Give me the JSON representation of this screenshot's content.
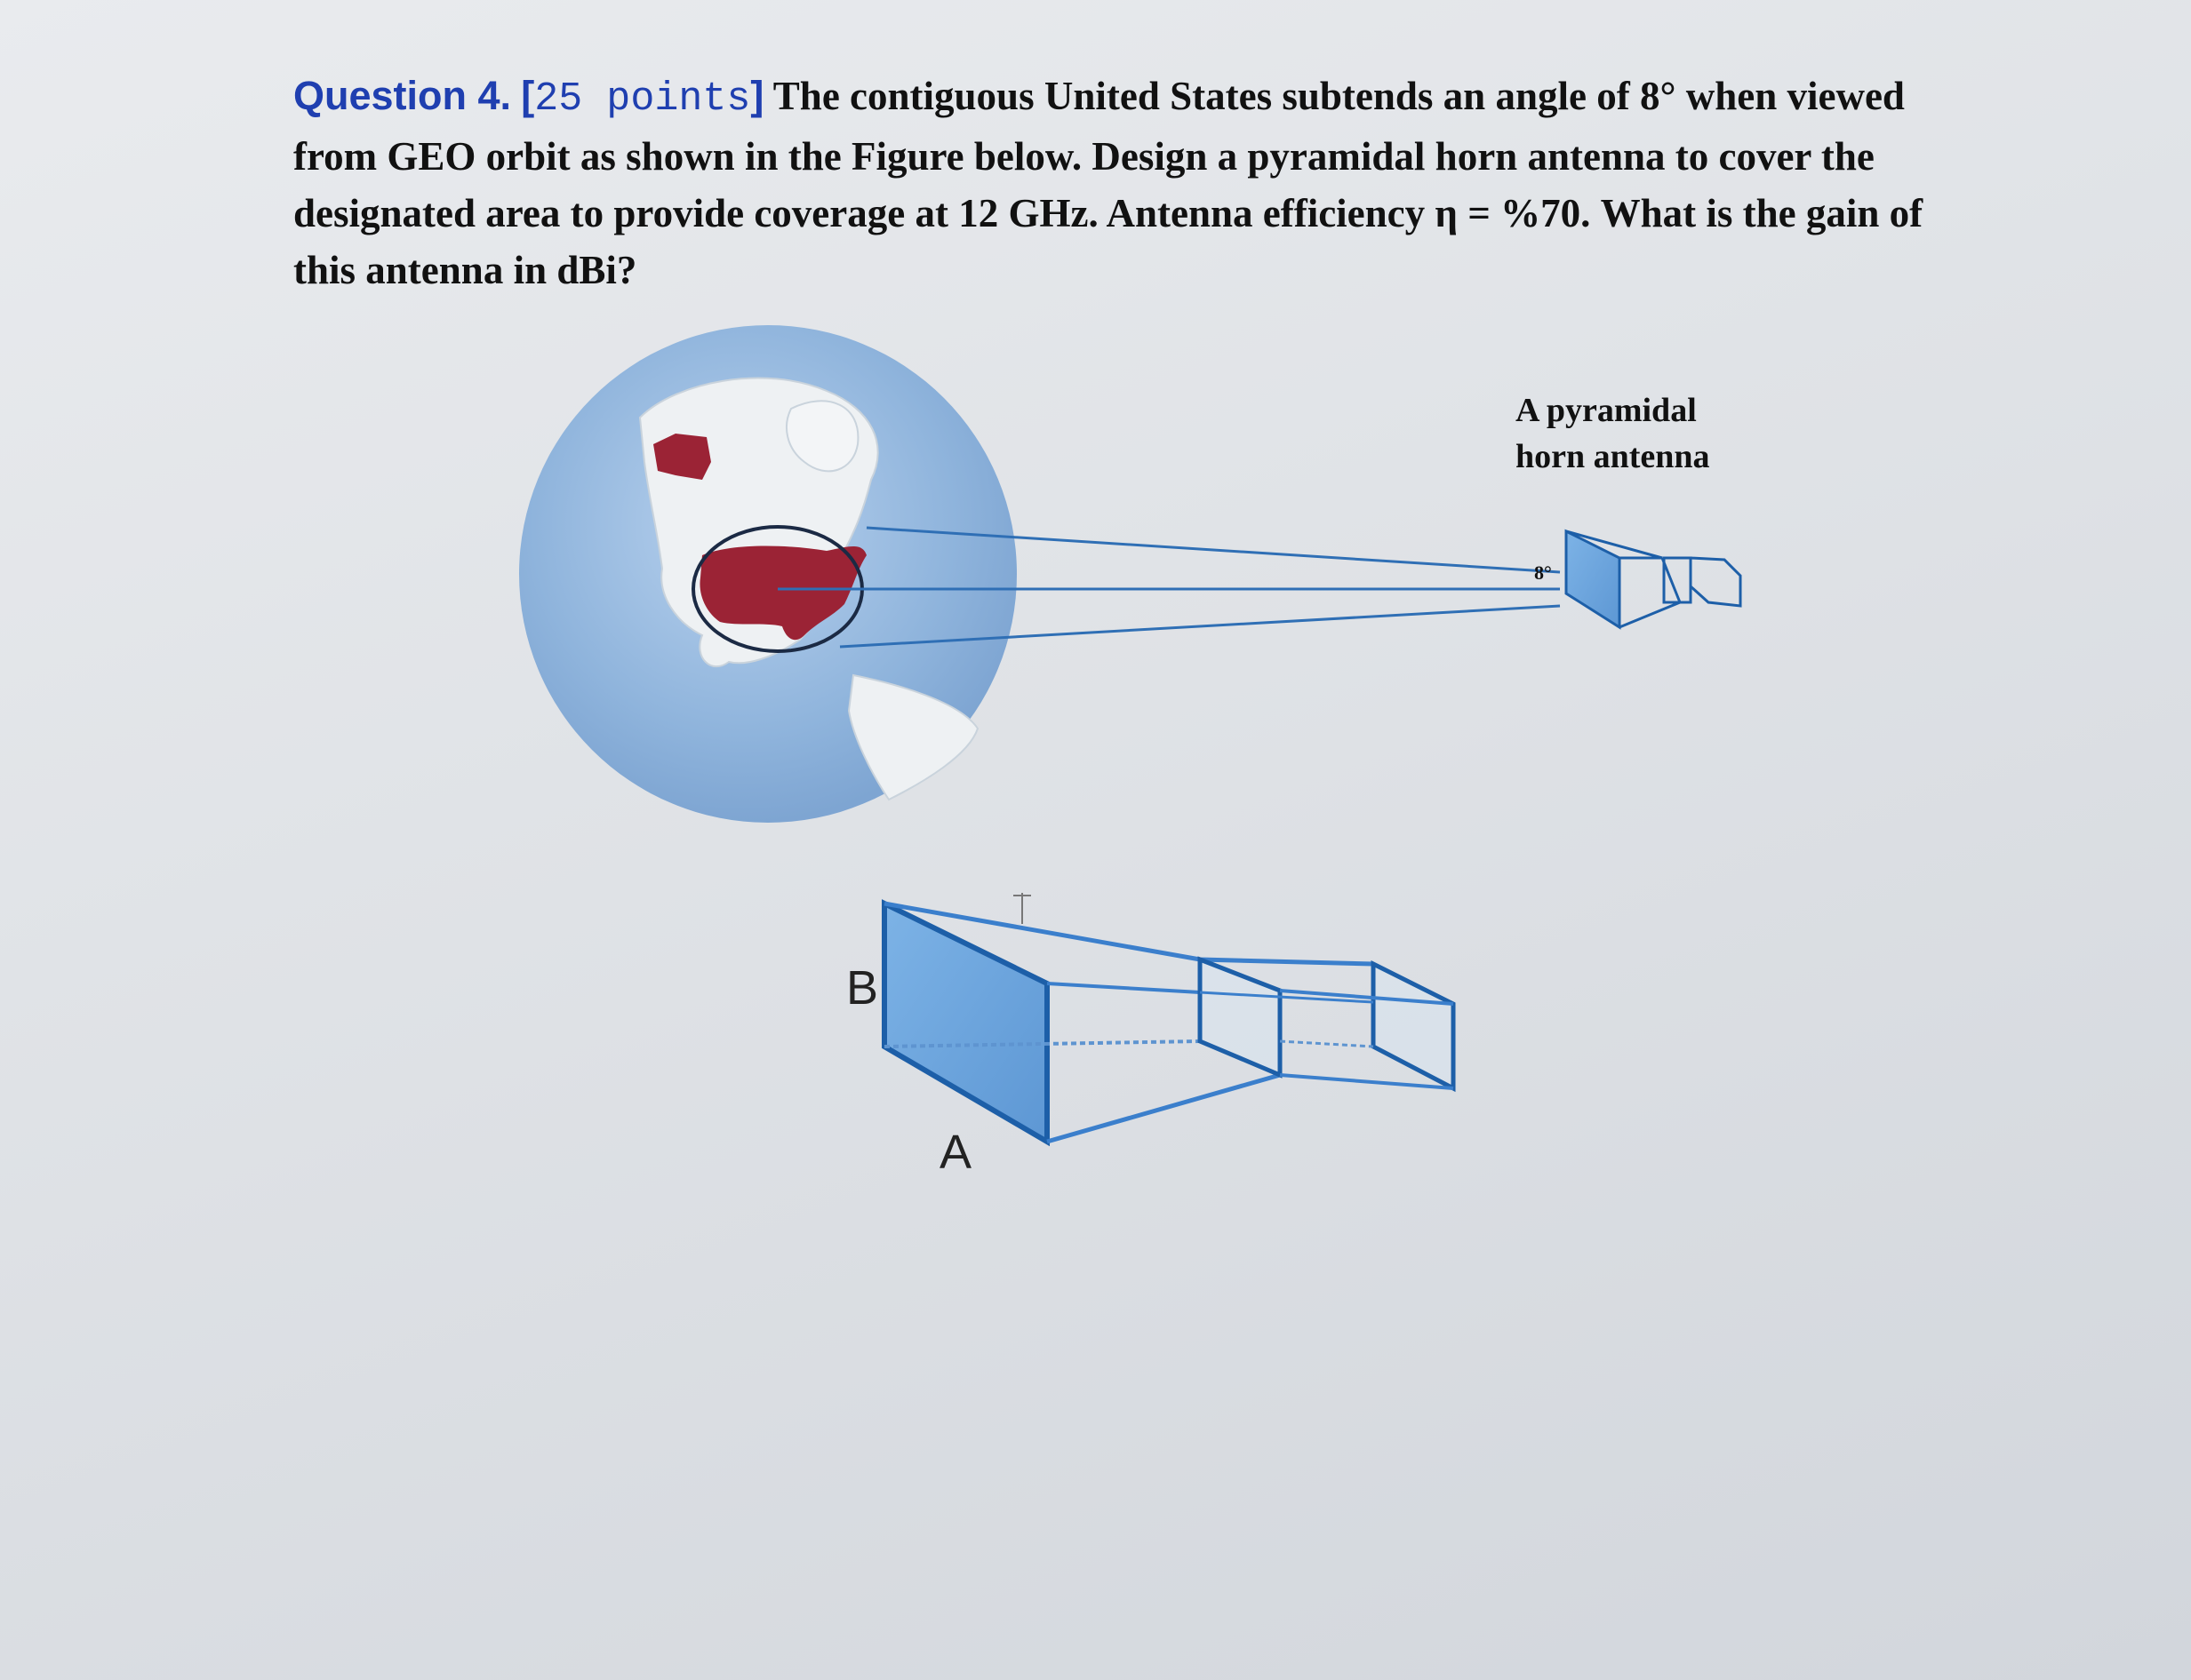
{
  "question": {
    "label": "Question 4.",
    "points_open": "[",
    "points": "25 points",
    "points_close": "]",
    "body": "The contiguous United States subtends an angle of 8° when viewed from GEO orbit as shown in the Figure below. Design a pyramidal horn antenna to cover the designated area to provide coverage at 12 GHz. Antenna efficiency η = %70. What is the gain of this antenna in dBi?"
  },
  "figure_top": {
    "antenna_label_line1": "A pyramidal",
    "antenna_label_line2": "horn antenna",
    "angle_label": "8°"
  },
  "figure_bottom": {
    "dim_b": "B",
    "dim_a": "A"
  },
  "colors": {
    "text": "#111111",
    "accent_blue": "#1f3fb0",
    "ocean": "#8fb4dc",
    "usa_red": "#9b2335",
    "horn_fill": "#6fa8e0",
    "horn_edge": "#1d5fa8"
  }
}
